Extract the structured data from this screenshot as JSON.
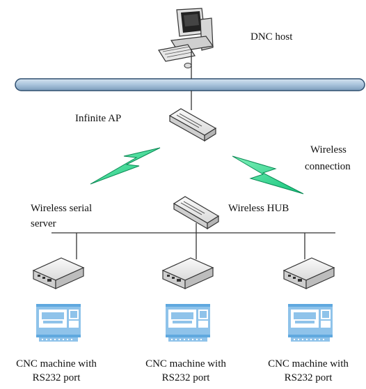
{
  "labels": {
    "dnc_host": "DNC host",
    "infinite_ap": "Infinite AP",
    "wireless_connection_1": "Wireless",
    "wireless_connection_2": "connection",
    "wireless_serial_server_1": "Wireless serial",
    "wireless_serial_server_2": "server",
    "wireless_hub": "Wireless HUB",
    "machines": [
      {
        "line1": "CNC machine with",
        "line2": "RS232 port"
      },
      {
        "line1": "CNC machine with",
        "line2": "RS232 port"
      },
      {
        "line1": "CNC machine with",
        "line2": "RS232 port"
      }
    ]
  },
  "colors": {
    "bus_fill": "#a9c4dc",
    "bus_stroke": "#2f4f6f",
    "lightning": "#1fd48a",
    "lightning_stroke": "#0a8a55",
    "machine": "#8fc3ea",
    "device_fill": "#e8e8e8",
    "device_stroke": "#333333",
    "line": "#333333"
  },
  "icons": {
    "host": "desktop-computer-icon",
    "ap": "access-point-icon",
    "hub": "wireless-hub-icon",
    "serial_server": "serial-server-icon",
    "machine": "cnc-machine-icon",
    "wireless": "lightning-bolt-icon"
  }
}
